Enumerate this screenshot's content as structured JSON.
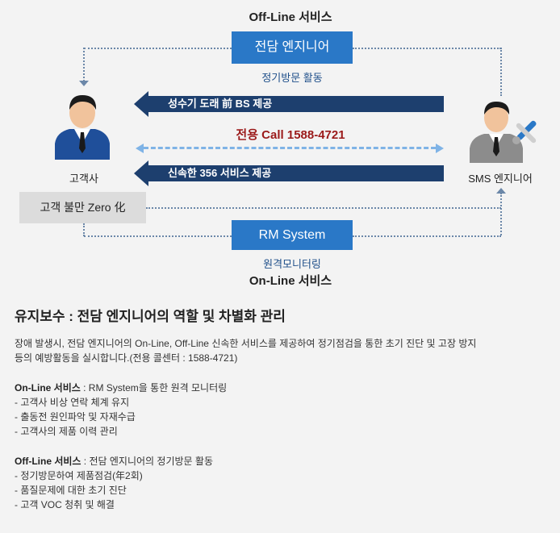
{
  "diagram": {
    "offline_title": "Off-Line 서비스",
    "engineer_box": "전담 엔지니어",
    "regular_visit": "정기방문 활동",
    "arrow_top": "성수기 도래 前 BS 제공",
    "call_line": "전용 Call 1588-4721",
    "arrow_bottom": "신속한 356 서비스 제공",
    "customer_label": "고객사",
    "sms_label": "SMS 엔지니어",
    "zero_box": "고객 불만 Zero 化",
    "rm_box": "RM System",
    "remote_monitoring": "원격모니터링",
    "online_title": "On-Line 서비스"
  },
  "content": {
    "heading": "유지보수 : 전담 엔지니어의 역할 및 차별화 관리",
    "intro_line1": "장애 발생시, 전담 엔지니어의 On-Line, Off-Line 신속한 서비스를 제공하여 정기점검을 통한 초기 진단 및 고장 방지",
    "intro_line2": "등의 예방활동을 실시합니다.(전용 콜센터 : 1588-4721)",
    "online_heading": "On-Line 서비스",
    "online_desc": " : RM System을 통한 원격 모니터링",
    "online_items": [
      "- 고객사 비상 연락 체계 유지",
      "- 출동전 원인파악 및 자재수급",
      "- 고객사의 제품 이력 관리"
    ],
    "offline_heading": "Off-Line 서비스",
    "offline_desc": " : 전담 엔지니어의 정기방문 활동",
    "offline_items": [
      "- 정기방문하여 제품점검(年2회)",
      "- 품질문제에 대한 초기 진단",
      "- 고객 VOC 청취 및 해결"
    ]
  },
  "colors": {
    "blue_box": "#2a78c7",
    "arrow_dark": "#1d3f6e",
    "call_red": "#9b1a1a",
    "dashed_light": "#7fb3e6",
    "gray_box": "#dcdcdc"
  }
}
